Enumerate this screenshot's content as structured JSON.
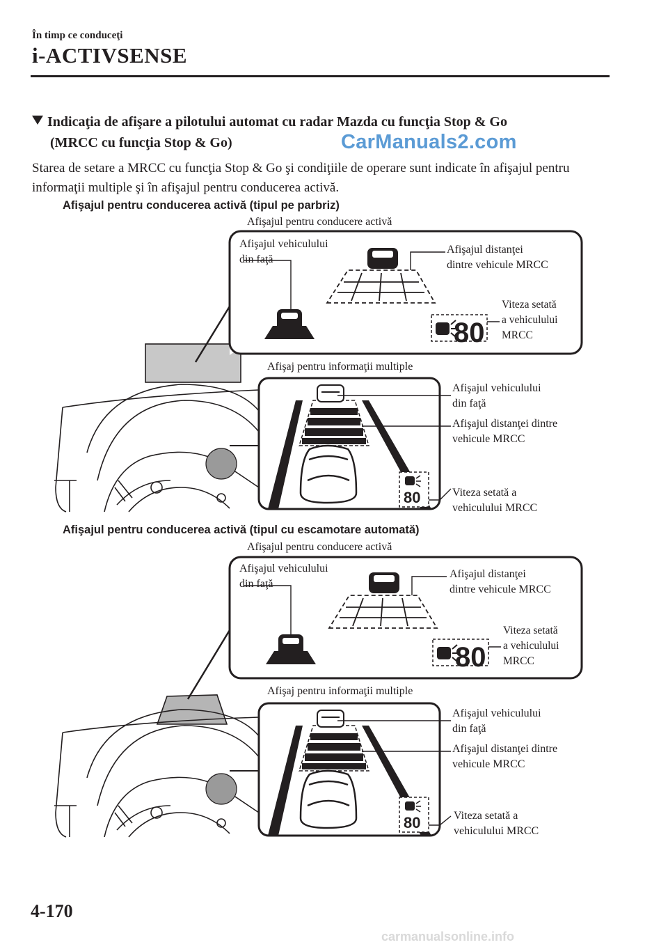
{
  "running_head": "În timp ce conduceţi",
  "chapter_title": "i-ACTIVSENSE",
  "section_heading_line1": "Indicaţia de afişare a pilotului automat cu radar Mazda cu funcţia Stop & Go",
  "section_heading_line2": "(MRCC cu funcţia Stop & Go)",
  "watermark_top": "CarManuals2.com",
  "body_text": "Starea de setare a MRCC cu funcţia Stop & Go şi condiţiile de operare sunt indicate în afişajul pentru informaţii multiple şi în afişajul pentru conducerea activă.",
  "figures": [
    {
      "caption": "Afişajul pentru conducerea activă (tipul pe parbriz)",
      "ads_title": "Afişajul pentru conducere activă",
      "ads_front_vehicle": [
        "Afişajul vehiculului",
        "din faţă"
      ],
      "ads_distance": [
        "Afişajul distanţei",
        "dintre vehicule MRCC"
      ],
      "ads_speed": [
        "Viteza setată",
        "a vehiculului",
        "MRCC"
      ],
      "speed_value": "80",
      "mid_title": "Afişaj pentru informaţii multiple",
      "mid_front_vehicle": [
        "Afişajul vehiculului",
        "din faţă"
      ],
      "mid_distance": [
        "Afişajul distanţei dintre",
        "vehicule MRCC"
      ],
      "mid_speed": [
        "Viteza setată a",
        "vehiculului MRCC"
      ]
    },
    {
      "caption": "Afişajul pentru conducerea activă (tipul cu escamotare automată)",
      "ads_title": "Afişajul pentru conducere activă",
      "ads_front_vehicle": [
        "Afişajul vehiculului",
        "din faţă"
      ],
      "ads_distance": [
        "Afişajul distanţei",
        "dintre vehicule MRCC"
      ],
      "ads_speed": [
        "Viteza setată",
        "a vehiculului",
        "MRCC"
      ],
      "speed_value": "80",
      "mid_title": "Afişaj pentru informaţii multiple",
      "mid_front_vehicle": [
        "Afişajul vehiculului",
        "din faţă"
      ],
      "mid_distance": [
        "Afişajul distanţei dintre",
        "vehicule MRCC"
      ],
      "mid_speed": [
        "Viteza setată a",
        "vehiculului MRCC"
      ]
    }
  ],
  "page_number": "4-170",
  "watermark_bottom": "carmanualsonline.info"
}
